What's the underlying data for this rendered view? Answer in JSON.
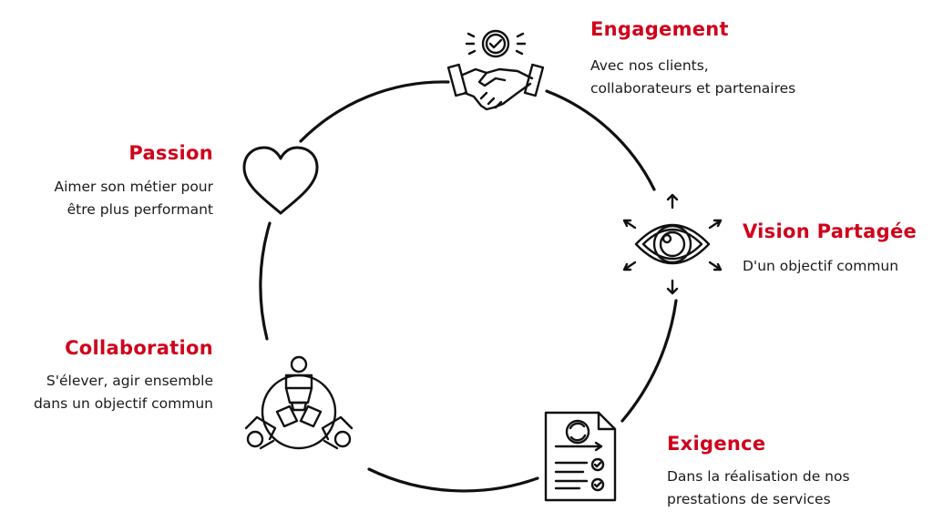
{
  "accent_color": "#d0011b",
  "text_color": "#1a1a1a",
  "values": [
    {
      "key": "engagement",
      "title": "Engagement",
      "lines": [
        "Avec nos clients,",
        "collaborateurs et partenaires"
      ],
      "icon": "handshake-icon"
    },
    {
      "key": "vision",
      "title": "Vision Partagée",
      "lines": [
        "D'un objectif commun"
      ],
      "icon": "eye-icon"
    },
    {
      "key": "exigence",
      "title": "Exigence",
      "lines": [
        "Dans la réalisation de nos",
        "prestations de services"
      ],
      "icon": "document-checklist-icon"
    },
    {
      "key": "collaboration",
      "title": "Collaboration",
      "lines": [
        "S'élever, agir ensemble",
        "dans un objectif commun"
      ],
      "icon": "team-table-icon"
    },
    {
      "key": "passion",
      "title": "Passion",
      "lines": [
        "Aimer son métier pour",
        "être plus performant"
      ],
      "icon": "heart-icon"
    }
  ]
}
